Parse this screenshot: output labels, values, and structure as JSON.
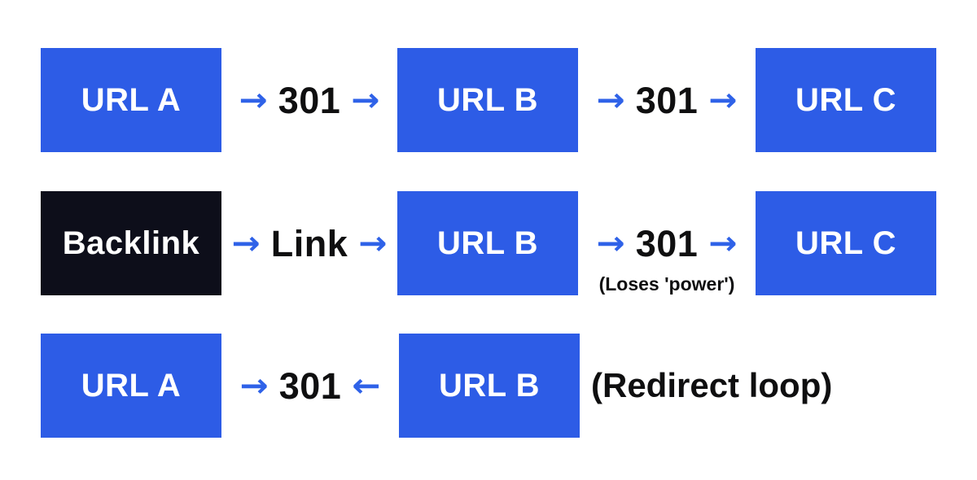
{
  "colors": {
    "box_blue": "#2d5ce6",
    "box_dark": "#0d0e1a",
    "arrow_blue": "#2f62e8",
    "text_black": "#0f0f10",
    "box_text_white": "#ffffff",
    "background": "#ffffff"
  },
  "rows": [
    {
      "name": "redirect-chain",
      "items": [
        {
          "kind": "box",
          "style": "blue",
          "label": "URL A"
        },
        {
          "kind": "connector",
          "left_arrow": "→",
          "label": "301",
          "right_arrow": "→"
        },
        {
          "kind": "box",
          "style": "blue",
          "label": "URL B"
        },
        {
          "kind": "connector",
          "left_arrow": "→",
          "label": "301",
          "right_arrow": "→"
        },
        {
          "kind": "box",
          "style": "blue",
          "label": "URL C"
        }
      ]
    },
    {
      "name": "backlink-chain",
      "items": [
        {
          "kind": "box",
          "style": "dark",
          "label": "Backlink"
        },
        {
          "kind": "connector",
          "left_arrow": "→",
          "label": "Link",
          "right_arrow": "→"
        },
        {
          "kind": "box",
          "style": "blue",
          "label": "URL B"
        },
        {
          "kind": "connector",
          "left_arrow": "→",
          "label": "301",
          "right_arrow": "→",
          "note": "(Loses 'power')"
        },
        {
          "kind": "box",
          "style": "blue",
          "label": "URL C"
        }
      ]
    },
    {
      "name": "redirect-loop",
      "items": [
        {
          "kind": "box",
          "style": "blue",
          "label": "URL A"
        },
        {
          "kind": "connector",
          "left_arrow": "→",
          "label": "301",
          "right_arrow": "←"
        },
        {
          "kind": "box",
          "style": "blue",
          "label": "URL B"
        },
        {
          "kind": "label",
          "label": "(Redirect loop)"
        }
      ]
    }
  ]
}
